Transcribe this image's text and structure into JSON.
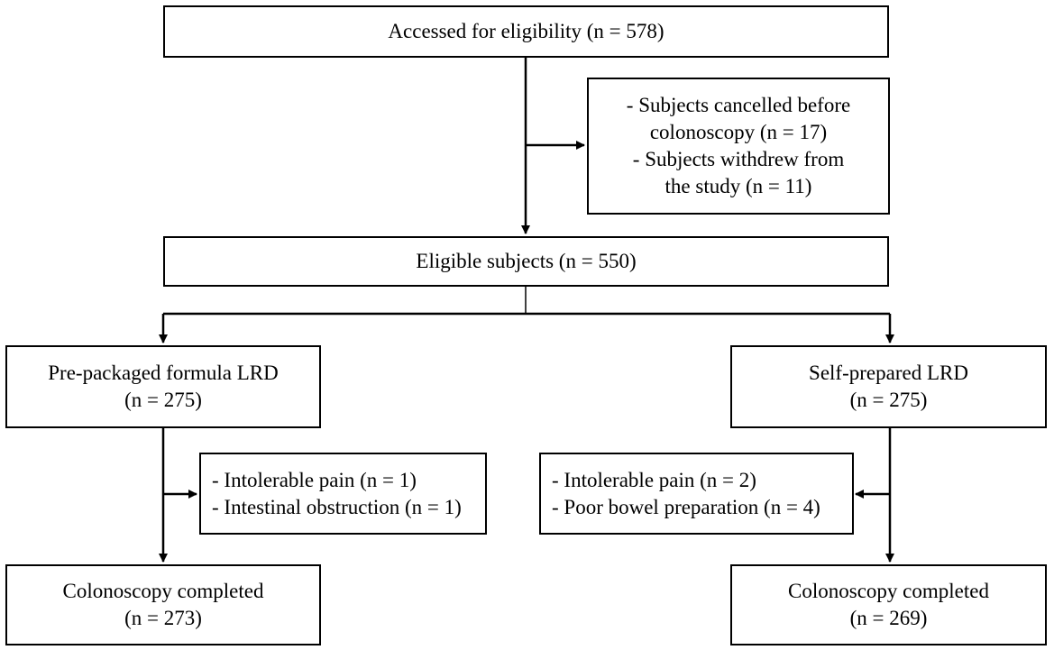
{
  "nodes": {
    "assessed": {
      "lines": [
        "Accessed for eligibility (n = 578)"
      ]
    },
    "excluded": {
      "lines": [
        "- Subjects cancelled before",
        "colonoscopy (n = 17)",
        "- Subjects withdrew from",
        "the study (n = 11)"
      ]
    },
    "eligible": {
      "lines": [
        "Eligible subjects (n = 550)"
      ]
    },
    "prepackaged": {
      "lines": [
        "Pre-packaged formula LRD",
        "(n = 275)"
      ]
    },
    "selfprepared": {
      "lines": [
        "Self-prepared LRD",
        "(n = 275)"
      ]
    },
    "left_dropout": {
      "lines": [
        "- Intolerable pain (n = 1)",
        "- Intestinal obstruction (n = 1)"
      ]
    },
    "right_dropout": {
      "lines": [
        "- Intolerable pain (n = 2)",
        "- Poor bowel preparation (n = 4)"
      ]
    },
    "left_completed": {
      "lines": [
        "Colonoscopy completed",
        "(n = 273)"
      ]
    },
    "right_completed": {
      "lines": [
        "Colonoscopy completed",
        "(n = 269)"
      ]
    }
  }
}
